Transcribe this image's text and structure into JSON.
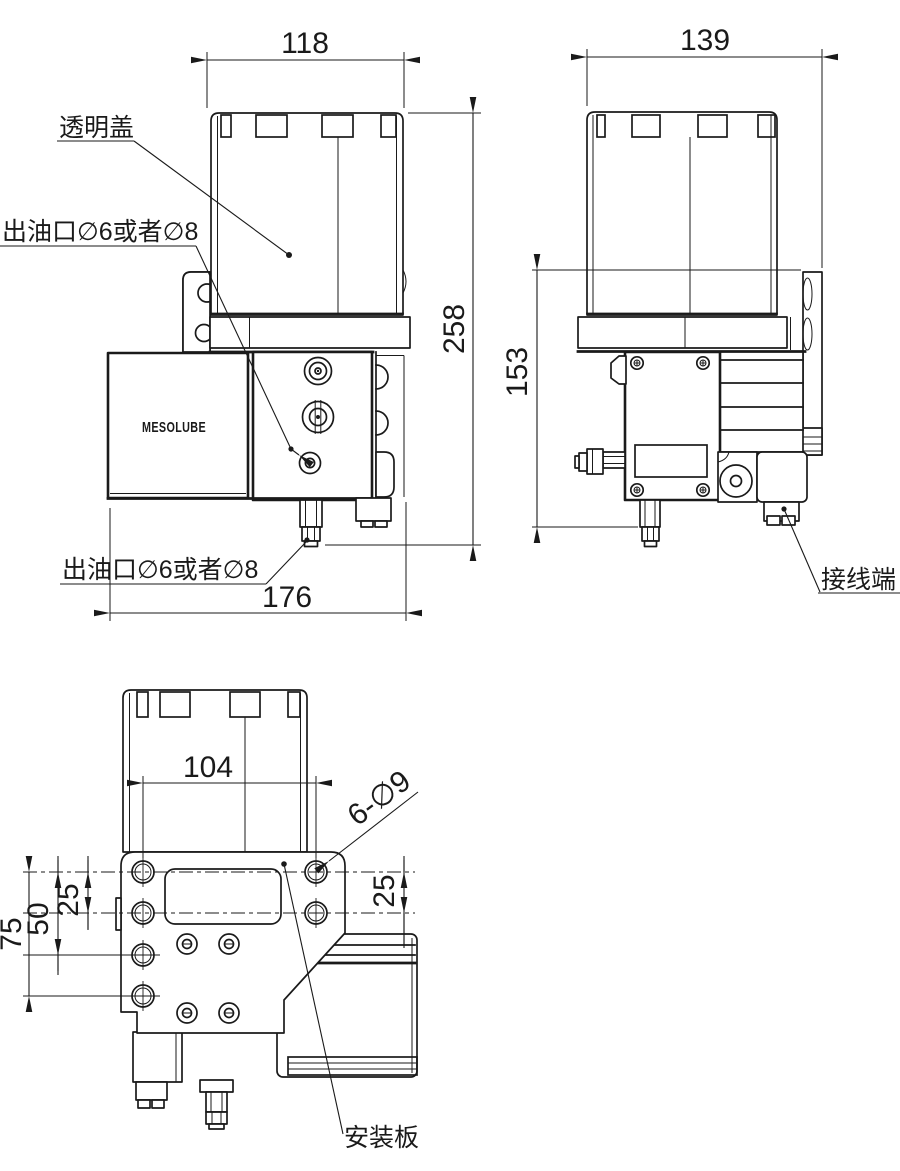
{
  "drawing_title": "lubrication-pump-dimension-drawing",
  "colors": {
    "line": "#1a1a1a",
    "background": "#ffffff"
  },
  "front": {
    "dim_top_width": "118",
    "dim_height": "258",
    "dim_bottom_width": "176",
    "label_transparent_cover": "透明盖",
    "label_oil_outlet_upper": "出油口∅6或者∅8",
    "label_oil_outlet_lower": "出油口∅6或者∅8",
    "brand_text": "MESOLUBE"
  },
  "side": {
    "dim_top_width": "139",
    "dim_height": "153",
    "label_terminal": "接线端"
  },
  "bottom": {
    "dim_hole_span": "104",
    "dim_hole_spec": "6-∅9",
    "dim_row_25": "25",
    "dim_row_50": "50",
    "dim_row_75": "75",
    "dim_right_25": "25",
    "label_mounting_plate": "安装板"
  }
}
